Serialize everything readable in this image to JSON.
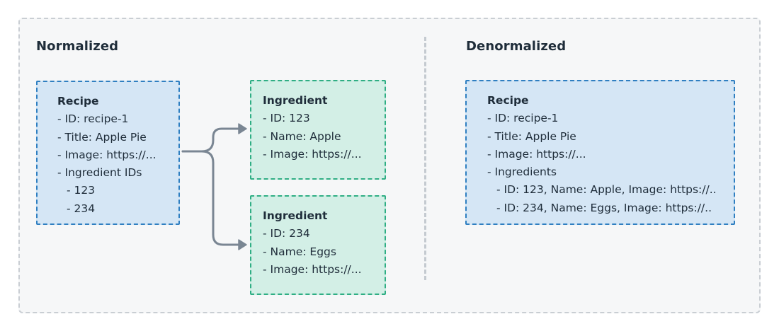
{
  "normalized": {
    "heading": "Normalized",
    "recipe": {
      "title": "Recipe",
      "lines": [
        "- ID: recipe-1",
        "- Title: Apple Pie",
        "- Image: https://...",
        "- Ingredient IDs",
        "- 123",
        "- 234"
      ]
    },
    "ingredients": [
      {
        "title": "Ingredient",
        "lines": [
          "- ID: 123",
          "- Name: Apple",
          "- Image: https://..."
        ]
      },
      {
        "title": "Ingredient",
        "lines": [
          "- ID: 234",
          "- Name: Eggs",
          "- Image: https://..."
        ]
      }
    ]
  },
  "denormalized": {
    "heading": "Denormalized",
    "recipe": {
      "title": "Recipe",
      "lines": [
        "- ID: recipe-1",
        "- Title: Apple Pie",
        "- Image: https://...",
        "- Ingredients",
        "- ID: 123, Name: Apple, Image: https://..",
        "- ID: 234, Name: Eggs, Image: https://.."
      ]
    }
  },
  "colors": {
    "entity_fill": "#d5e6f5",
    "entity_border": "#2f7fc1",
    "ingredient_fill": "#d3efe6",
    "ingredient_border": "#2fae84",
    "connector": "#7a8693"
  }
}
